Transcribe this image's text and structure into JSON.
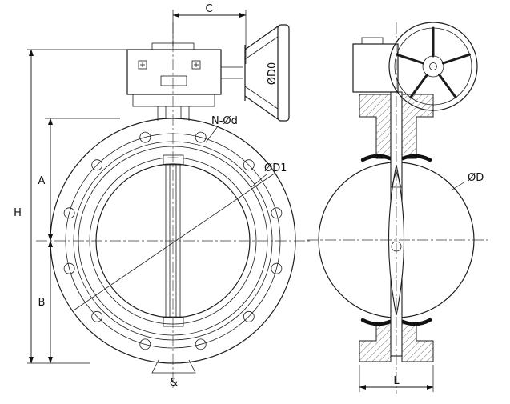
{
  "drawing": {
    "front_view": {
      "dim_c": "C",
      "dim_h": "H",
      "dim_a": "A",
      "dim_b": "B",
      "dim_d0": "ØD0",
      "label_bolts": "N-Ød",
      "label_bolt_circle": "ØD1",
      "label_bottom": "&"
    },
    "side_view": {
      "label_disc_diameter": "ØD",
      "dim_l": "L"
    },
    "colors": {
      "line": "#1c1c1c",
      "background": "#ffffff"
    }
  }
}
